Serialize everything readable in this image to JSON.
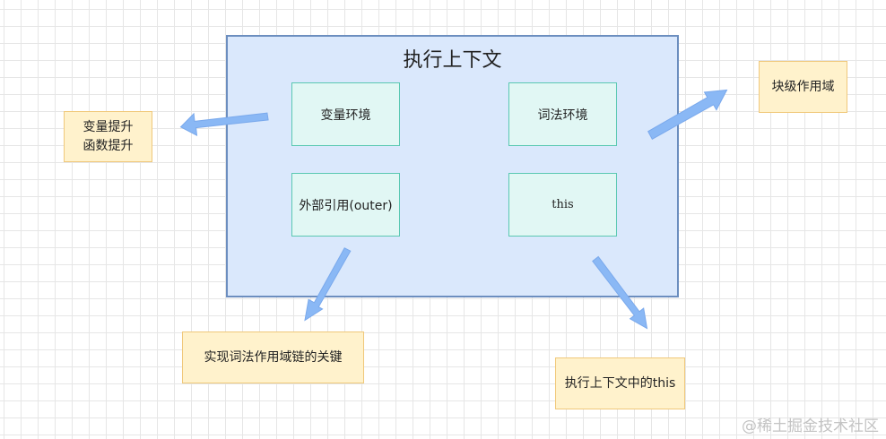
{
  "diagram": {
    "title": "执行上下文",
    "inner_boxes": {
      "variable_env": "变量环境",
      "lexical_env": "词法环境",
      "outer_ref": "外部引用(outer)",
      "this": "this"
    },
    "outer_boxes": {
      "hoisting_line1": "变量提升",
      "hoisting_line2": "函数提升",
      "block_scope": "块级作用域",
      "scope_chain_key": "实现词法作用域链的关键",
      "this_in_context": "执行上下文中的this"
    },
    "colors": {
      "main_fill": "#dae8fc",
      "main_border": "#6c8ebf",
      "inner_fill": "#e1f7f4",
      "inner_border": "#5ac8b2",
      "note_fill": "#fff2cc",
      "note_border": "#f0c87a",
      "arrow": "#8ab8f5"
    }
  },
  "watermark": "@稀土掘金技术社区"
}
